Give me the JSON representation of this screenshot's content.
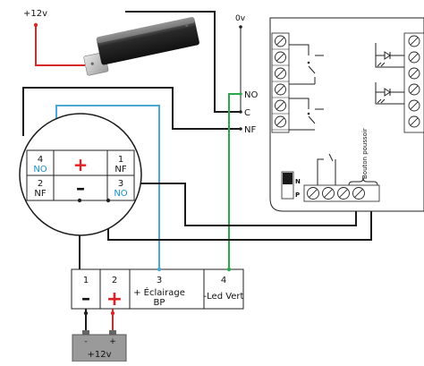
{
  "labels": {
    "supply_top": "+12v",
    "zero_volt": "0v",
    "relay_no": "NO",
    "relay_c": "C",
    "relay_nf": "NF",
    "board_n": "N",
    "board_p": "P",
    "bouton_poussoir": "Bouton poussoir"
  },
  "switch_cells": [
    {
      "number": "4",
      "label": "NO",
      "color": "#1a8fc9"
    },
    {
      "number": "1",
      "label": "NF",
      "color": "#111111"
    },
    {
      "number": "2",
      "label": "NF",
      "color": "#111111"
    },
    {
      "number": "3",
      "label": "NO",
      "color": "#1a8fc9"
    }
  ],
  "switch_symbols": {
    "plus": "+",
    "minus": "–"
  },
  "terminal_block": [
    {
      "number": "1",
      "symbol": "–",
      "label": ""
    },
    {
      "number": "2",
      "symbol": "+",
      "label": ""
    },
    {
      "number": "3",
      "symbol": "",
      "label": "+ Éclairage",
      "label2": "BP"
    },
    {
      "number": "4",
      "symbol": "",
      "label": "-Led Vert",
      "label2": ""
    }
  ],
  "battery": {
    "minus": "-",
    "plus": "+",
    "voltage": "+12v"
  },
  "colors": {
    "wire_black": "#1a1a1a",
    "wire_red": "#d62a2a",
    "wire_green": "#2aa84a",
    "wire_blue": "#4aa8d8",
    "symbol_red": "#e02020",
    "battery_fill": "#9a9a9a"
  }
}
